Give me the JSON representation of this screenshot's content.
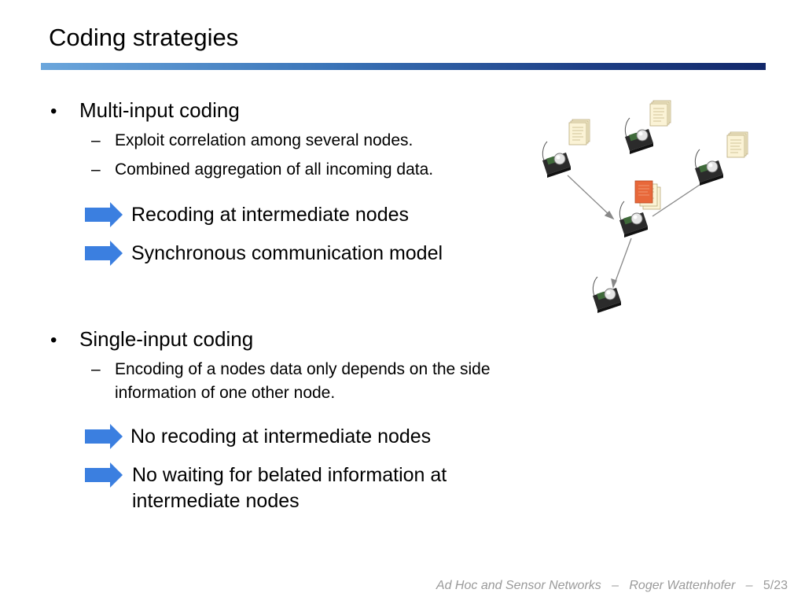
{
  "slide": {
    "title": "Coding strategies"
  },
  "section_multi": {
    "bullet": "•",
    "heading": "Multi-input coding",
    "subpoints": [
      "Exploit correlation among several nodes.",
      "Combined aggregation of all incoming data."
    ],
    "results": [
      "Recoding at intermediate nodes",
      "Synchronous communication model"
    ]
  },
  "section_single": {
    "bullet": "•",
    "heading": "Single-input coding",
    "subpoints_line1": "Encoding of a nodes data only depends on the side",
    "subpoints_line2": "information of one other node.",
    "results": [
      "No recoding at intermediate nodes"
    ],
    "result2_line1": "No waiting for belated information at",
    "result2_line2": "intermediate nodes"
  },
  "dash_symbol": "–",
  "footer": {
    "course": "Ad Hoc and Sensor Networks",
    "sep": "–",
    "author": "Roger Wattenhofer",
    "page": "5/23"
  },
  "colors": {
    "arrow": "#3b7fe0",
    "accent_bar_start": "#6ba6dc",
    "accent_bar_end": "#12286a",
    "highlight_doc": "#e8683a"
  },
  "icons": [
    "sensor-node-icon",
    "document-icon",
    "right-arrow-icon"
  ]
}
